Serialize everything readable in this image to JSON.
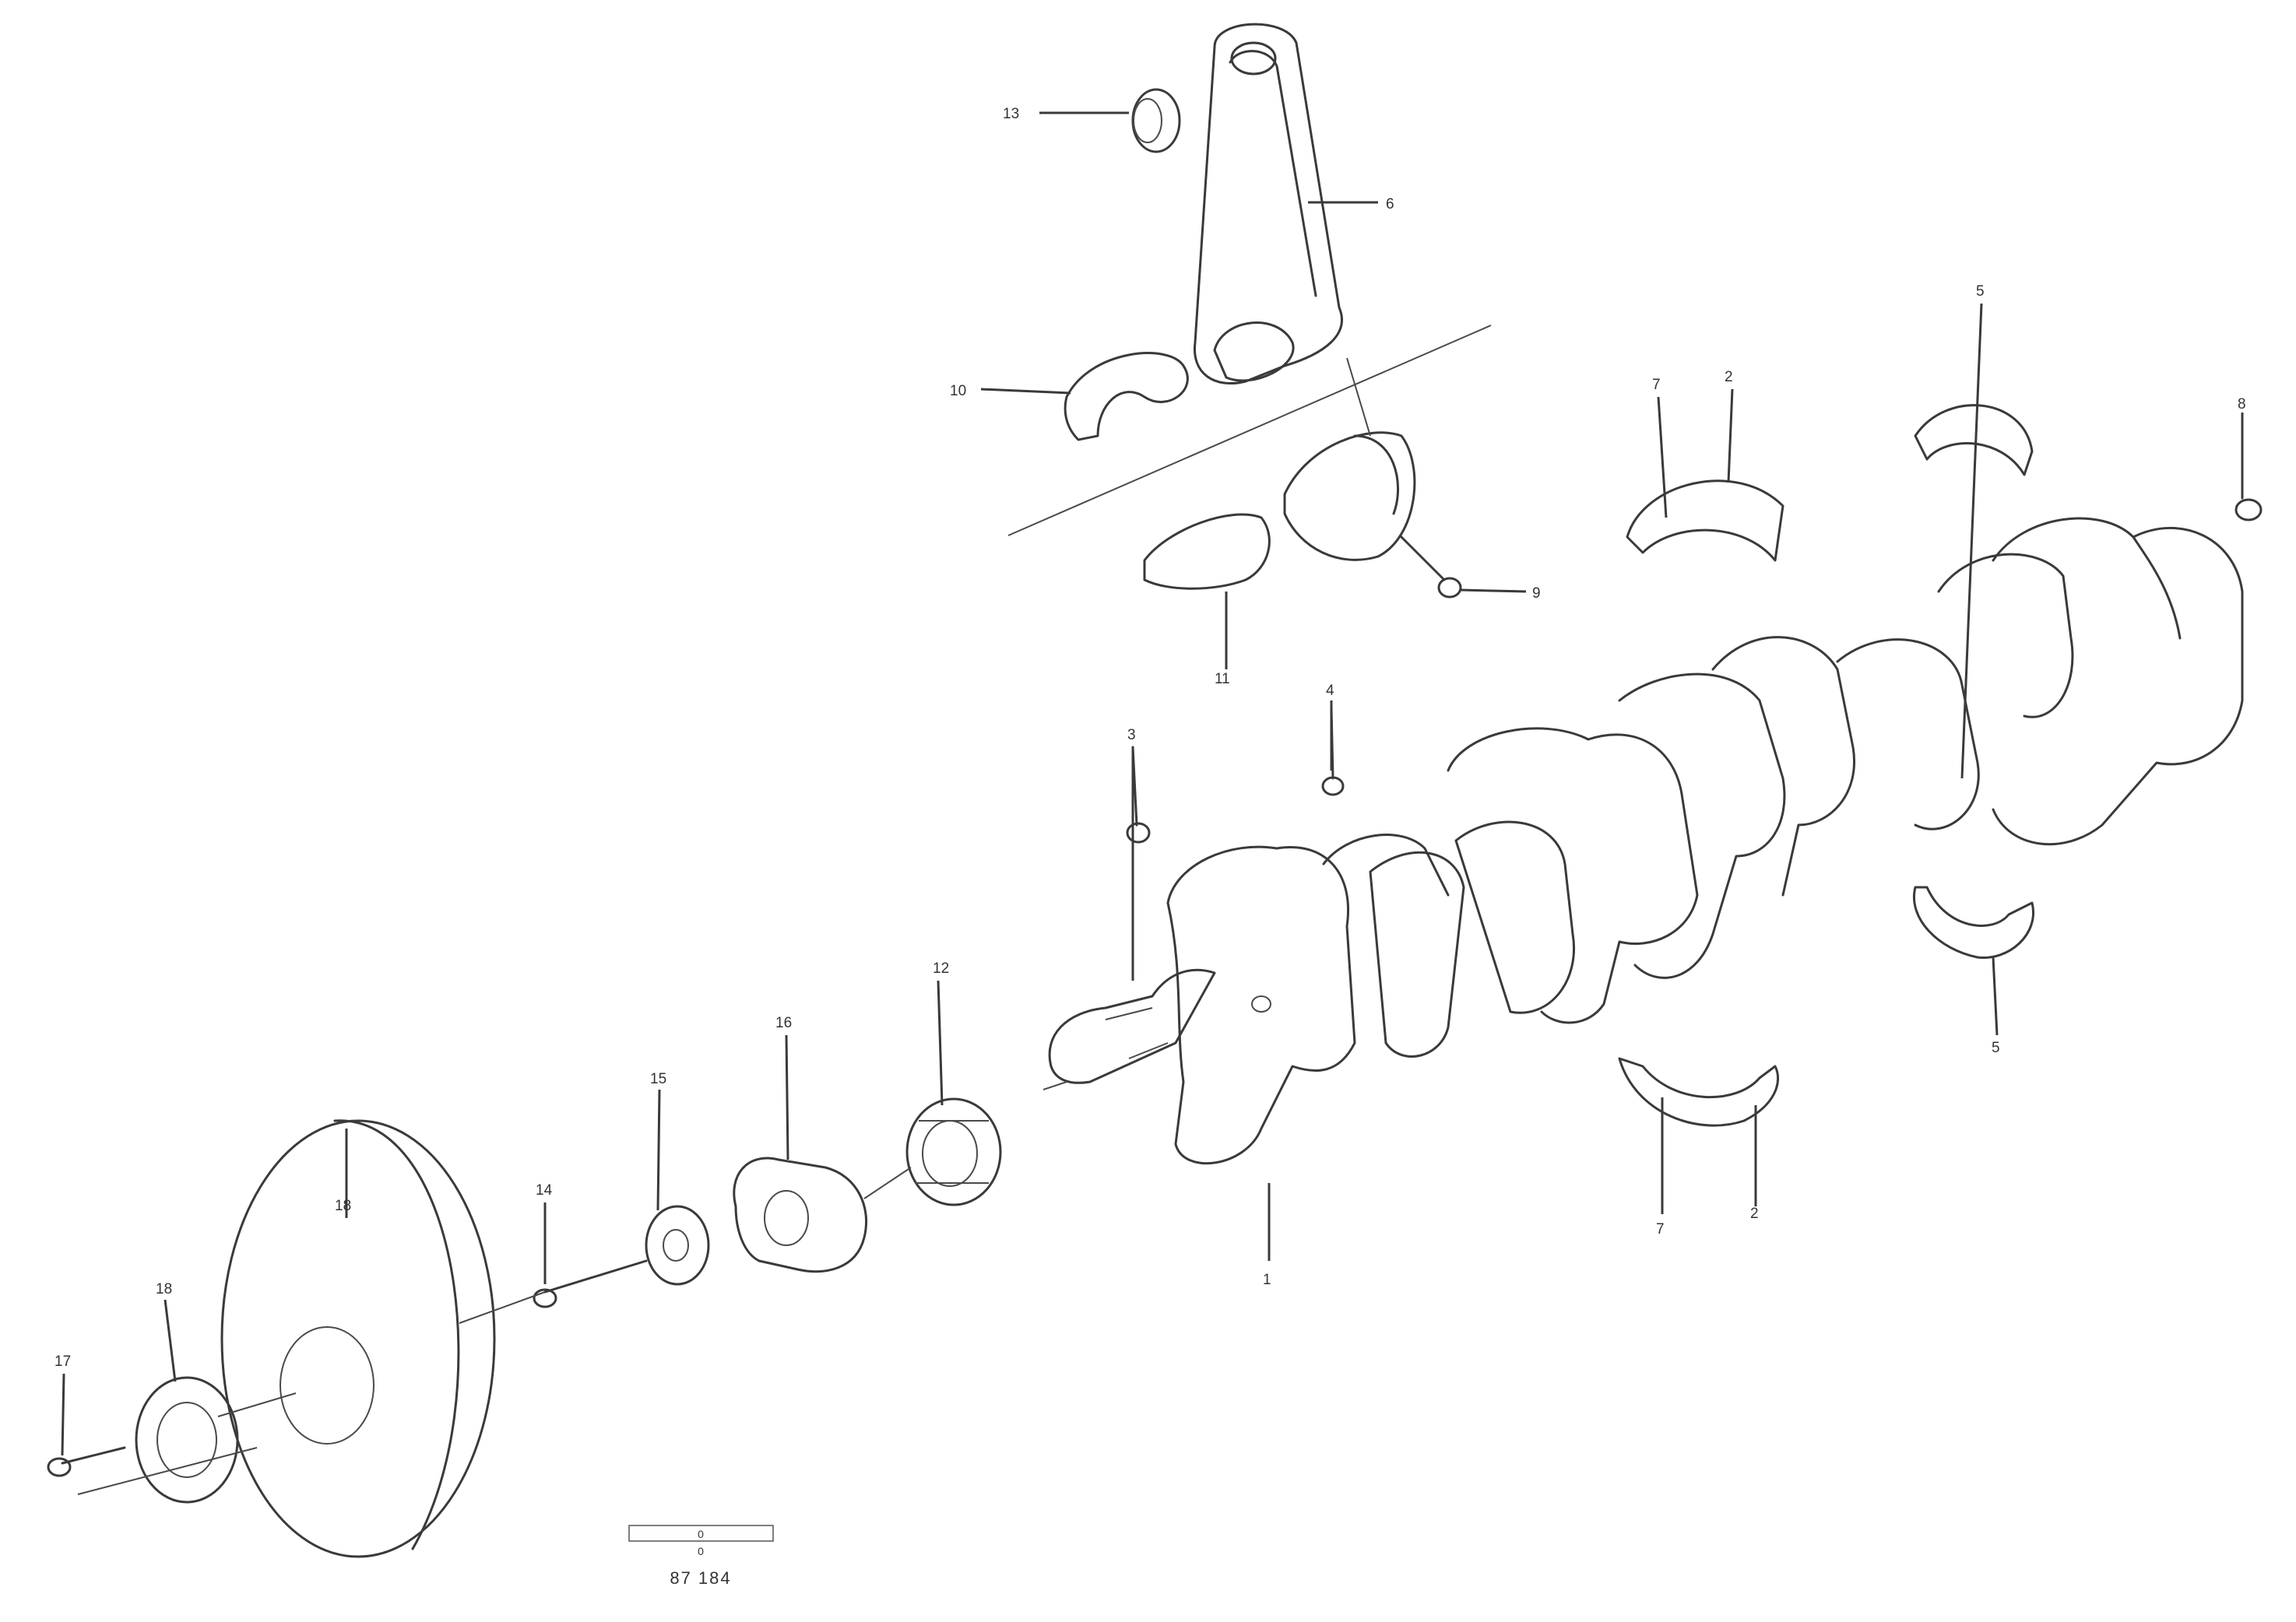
{
  "diagram": {
    "callouts": [
      {
        "id": "c1",
        "label": "1"
      },
      {
        "id": "c2",
        "label": "2"
      },
      {
        "id": "c3",
        "label": "3"
      },
      {
        "id": "c4",
        "label": "4"
      },
      {
        "id": "c5",
        "label": "5"
      },
      {
        "id": "c6",
        "label": "6"
      },
      {
        "id": "c7",
        "label": "7"
      },
      {
        "id": "c8",
        "label": "8"
      },
      {
        "id": "c9",
        "label": "9"
      },
      {
        "id": "c10",
        "label": "10"
      },
      {
        "id": "c11",
        "label": "11"
      },
      {
        "id": "c12",
        "label": "12"
      },
      {
        "id": "c13",
        "label": "13"
      },
      {
        "id": "c14",
        "label": "14"
      },
      {
        "id": "c15",
        "label": "15"
      },
      {
        "id": "c16",
        "label": "16"
      },
      {
        "id": "c17",
        "label": "17"
      },
      {
        "id": "c18",
        "label": "18"
      }
    ],
    "footer": {
      "code_box": "0",
      "code_small": "0",
      "reference": "87 184"
    }
  },
  "colors": {
    "line": "#3a3a3a",
    "background": "#ffffff"
  }
}
